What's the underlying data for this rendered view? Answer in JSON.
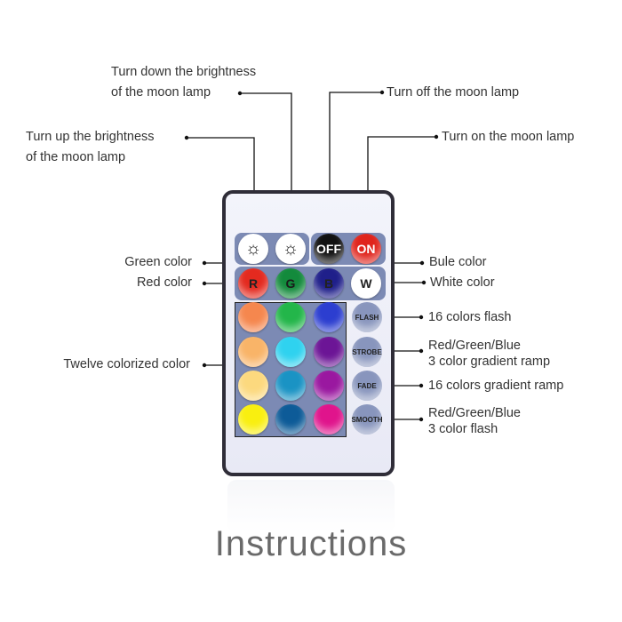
{
  "title": "Instructions",
  "labels": {
    "brightness_down": [
      "Turn down the brightness",
      "of the moon lamp"
    ],
    "brightness_up": [
      "Turn up the brightness",
      "of the moon lamp"
    ],
    "off": "Turn off the moon lamp",
    "on": "Turn on the moon lamp",
    "green": "Green color",
    "red": "Red color",
    "blue": "Bule color",
    "white": "White color",
    "twelve": "Twelve colorized color",
    "flash": "16 colors flash",
    "strobe": [
      "Red/Green/Blue",
      "3 color gradient ramp"
    ],
    "fade": "16 colors gradient ramp",
    "smooth": [
      "Red/Green/Blue",
      "3 color flash"
    ]
  },
  "remote": {
    "top_row": [
      {
        "name": "brightness-up",
        "icon": "sun-up-icon",
        "text": "☼",
        "bg": "#ffffff",
        "fg": "#222222"
      },
      {
        "name": "brightness-down",
        "icon": "sun-down-icon",
        "text": "☼",
        "bg": "#ffffff",
        "fg": "#222222"
      },
      {
        "name": "off",
        "text": "OFF",
        "bg": "#111111",
        "fg": "#ffffff"
      },
      {
        "name": "on",
        "text": "ON",
        "bg": "#e0241c",
        "fg": "#ffffff"
      }
    ],
    "rgbw_row": [
      {
        "name": "red",
        "text": "R",
        "bg": "#e42a1f",
        "fg": "#222222"
      },
      {
        "name": "green",
        "text": "G",
        "bg": "#138a3c",
        "fg": "#1a1a1a"
      },
      {
        "name": "blue",
        "text": "B",
        "bg": "#1f1f8a",
        "fg": "#222222"
      },
      {
        "name": "white",
        "text": "W",
        "bg": "#ffffff",
        "fg": "#222222"
      }
    ],
    "color_grid": [
      [
        "#f5874e",
        "#23b64a",
        "#2c3ed0"
      ],
      [
        "#f9b468",
        "#2fd2ef",
        "#6c1596"
      ],
      [
        "#fcd97e",
        "#1a93c4",
        "#9a18a0"
      ],
      [
        "#f9ef10",
        "#0d5b98",
        "#e0148c"
      ]
    ],
    "modes": [
      "FLASH",
      "STROBE",
      "FADE",
      "SMOOTH"
    ]
  }
}
